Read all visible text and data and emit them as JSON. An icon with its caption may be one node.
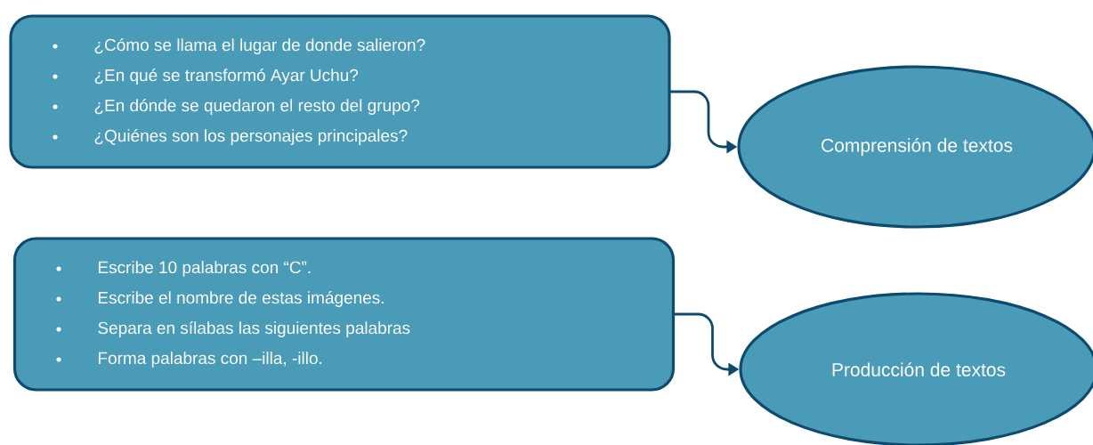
{
  "diagram": {
    "nodes": [
      {
        "text": [
          "¿Cómo se llama el lugar de donde salieron?",
          "¿En qué se transformó Ayar Uchu?",
          "¿En dónde se quedaron el resto del grupo?",
          "¿Quiénes son los personajes principales?"
        ]
      },
      {
        "text": [
          "Comprensión de textos"
        ]
      },
      {
        "text": [
          "Escribe 10 palabras con “C”.",
          "Escribe el nombre de estas imágenes.",
          "Separa en sílabas las siguientes palabras",
          "Forma palabras con –illa, -illo."
        ]
      },
      {
        "text": [
          "Producción de textos"
        ]
      }
    ],
    "edges": [
      {
        "from": 0,
        "to": 1,
        "arrow": "to"
      },
      {
        "from": 2,
        "to": 3,
        "arrow": "to"
      }
    ]
  }
}
